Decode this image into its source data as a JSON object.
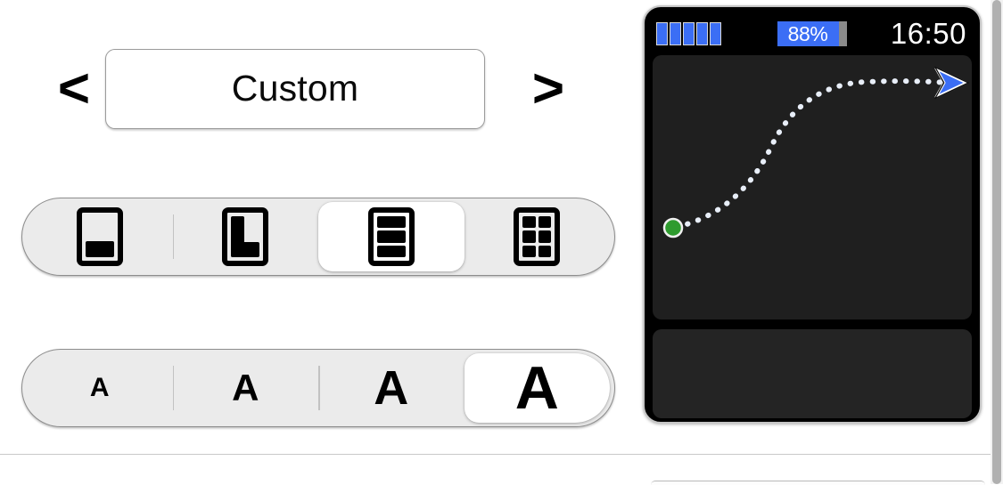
{
  "preset_selector": {
    "prev_label": "<",
    "next_label": ">",
    "value": "Custom",
    "prev_icon": "chevron-left-icon",
    "next_icon": "chevron-right-icon"
  },
  "layout_selector": {
    "selected_index": 2,
    "options": [
      {
        "name": "layout-bottom-bar",
        "label": "Bottom bar layout"
      },
      {
        "name": "layout-l-shape",
        "label": "L-shape layout"
      },
      {
        "name": "layout-three-rows",
        "label": "Three stacked rows layout"
      },
      {
        "name": "layout-grid",
        "label": "Grid layout"
      }
    ]
  },
  "font_size_selector": {
    "selected_index": 3,
    "options": [
      {
        "name": "font-size-small",
        "label": "A"
      },
      {
        "name": "font-size-medium",
        "label": "A"
      },
      {
        "name": "font-size-large",
        "label": "A"
      },
      {
        "name": "font-size-extra-large",
        "label": "A"
      }
    ]
  },
  "device_preview": {
    "status_bar": {
      "signal_bars_total": 5,
      "signal_bars_filled": 5,
      "battery_label": "88%",
      "battery_percent": 88,
      "clock": "16:50"
    },
    "map": {
      "start_marker": "green-start-dot",
      "end_marker": "blue-arrow-marker",
      "route_style": "dotted"
    },
    "info_pane": {
      "content": ""
    }
  },
  "colors": {
    "accent_blue": "#3b6ef5",
    "start_green": "#2e9b2e",
    "track_gray": "#ebebeb",
    "device_black": "#000000",
    "map_bg": "#1f1f1f",
    "route_dot": "#e8eef8"
  }
}
